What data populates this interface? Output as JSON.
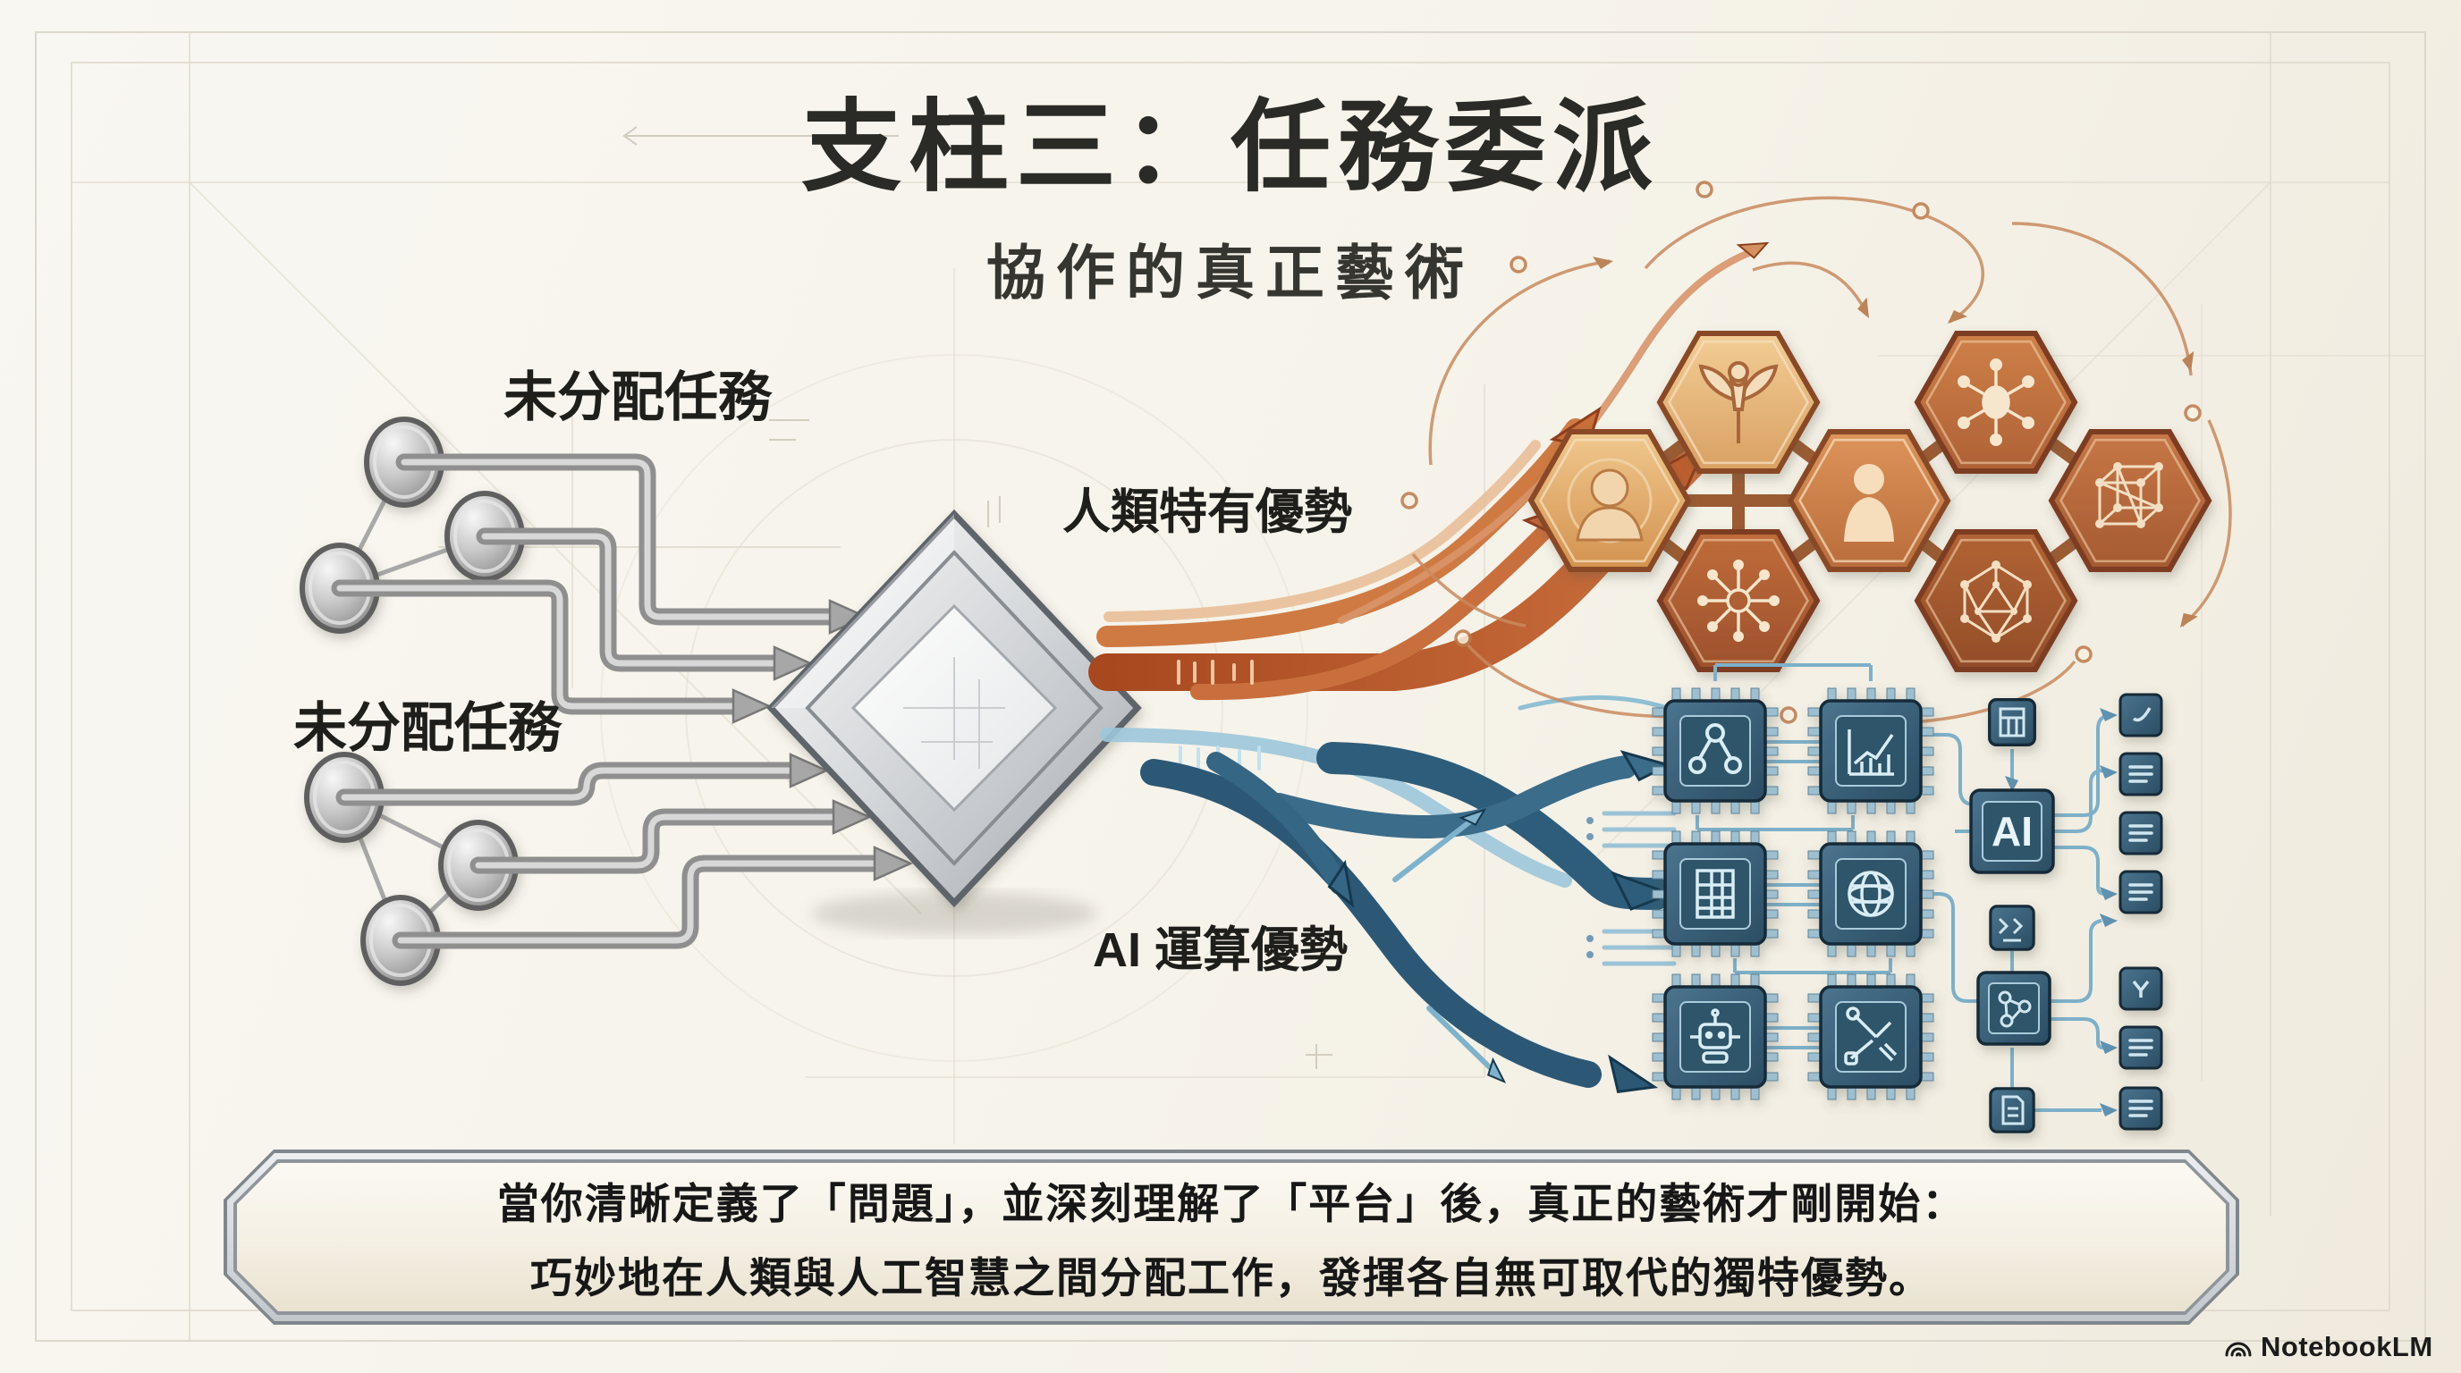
{
  "title": "支柱三：任務委派",
  "subtitle": "協作的真正藝術",
  "labels": {
    "unassigned_top": "未分配任務",
    "unassigned_left": "未分配任務",
    "human_advantage": "人類特有優勢",
    "ai_advantage": "AI 運算優勢"
  },
  "diagram": {
    "ai_chip_label": "AI"
  },
  "banner": {
    "line1": "當你清晰定義了「問題」，並深刻理解了「平台」後，真正的藝術才剛開始：",
    "line2": "巧妙地在人類與人工智慧之間分配工作，發揮各自無可取代的獨特優勢。"
  },
  "footer": {
    "brand": "NotebookLM"
  },
  "colors": {
    "background": "#f6f3ea",
    "human_accent": "#b95f30",
    "ai_accent": "#2e5d7b",
    "neutral_gray": "#9b9b9b",
    "blueprint_line": "#ddd8cb",
    "panel_border": "#8f959b"
  }
}
